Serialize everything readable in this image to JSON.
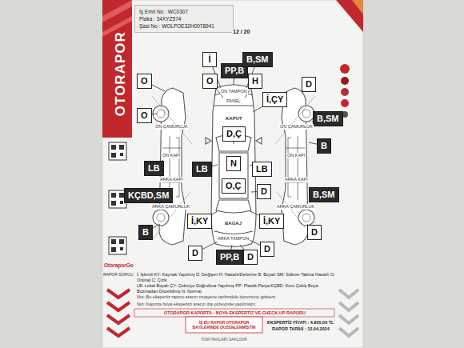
{
  "diagram": {
    "nodes": [
      {
        "text": [
          "İş Emri No : WC0307",
          "Plaka : 34XYZ574",
          "Şasi No : WOLPOE32H0078941"
        ]
      },
      {
        "text": [
          "İ"
        ]
      },
      {
        "text": [
          "PP,B"
        ]
      },
      {
        "text": [
          "B,SM"
        ]
      },
      {
        "text": [
          "O"
        ]
      },
      {
        "text": [
          "O"
        ]
      },
      {
        "text": [
          "H"
        ]
      },
      {
        "text": [
          "D"
        ]
      },
      {
        "text": [
          "İ,ÇY"
        ]
      },
      {
        "text": [
          "O"
        ]
      },
      {
        "text": [
          "B,SM"
        ]
      },
      {
        "text": [
          "D,Ç"
        ]
      },
      {
        "text": [
          "B"
        ]
      },
      {
        "text": [
          "LB"
        ]
      },
      {
        "text": [
          "LB"
        ]
      },
      {
        "text": [
          "N"
        ]
      },
      {
        "text": [
          "LB"
        ]
      },
      {
        "text": [
          "O,Ç"
        ]
      },
      {
        "text": [
          "D"
        ]
      },
      {
        "text": [
          "KÇBD,SM"
        ]
      },
      {
        "text": [
          "B,SM"
        ]
      },
      {
        "text": [
          "İ,KY"
        ]
      },
      {
        "text": [
          "İ,KY"
        ]
      },
      {
        "text": [
          "B"
        ]
      },
      {
        "text": [
          "D"
        ]
      },
      {
        "text": [
          "D"
        ]
      },
      {
        "text": [
          "PP,B"
        ]
      },
      {
        "text": [
          "D"
        ]
      },
      {
        "text": [
          "D"
        ]
      }
    ],
    "labels": [
      "12 / 20",
      "OTORAPOR",
      "ÖN TAMPON",
      "PANEL",
      "KAPUT",
      "BAGAJ",
      "ARKA TAMPON",
      "ÖN ÇAMURLUK",
      "ÖN KAPI",
      "ARKA KAPI",
      "ARKA ÇAMURLUK",
      "ÖN ÇAMURLUK",
      "ÖN KAPI",
      "ARKA KAPI",
      "ARKA ÇAMURLUK",
      "İ: İşlemli KY: Kaynak Yapılmış D: Değişen H: Hasarlı/Deforme B: Boyalı SM: Sökme-Takma Hasarlı O: Orijinal Ç: Çizik",
      "LB: Lokal Boyalı ÇY: Çekiciye Doğrultma Yapılmış PP: Plastik Parça KÇBD: Kuru Çekiş Boya Bozmadan Düzeltilmiş N: Normal",
      "Not: Bu ekspertiz raporu aracın muayene tarihindeki durumunu gösterir.",
      "Not: Kaporta boya ekspertizi aracın dış yüzeyinde yapılmıştır.",
      "OTORAPOR KAPORTA - BOYA EKSPERTİZ VE CHECK-UP RAPORU",
      "İŞ BU RAPOR OTORAPOR BAYİLERİNDE DÜZENLENMİŞTİR",
      "EKSPERTİZ FİYATI : 4.805,00 TL",
      "RAPOR TARİHİ : 12.04.2024",
      "OtoraporGo",
      "RAPOR SORGU",
      "TÜM HAKLARI SAKLIDIR"
    ]
  }
}
